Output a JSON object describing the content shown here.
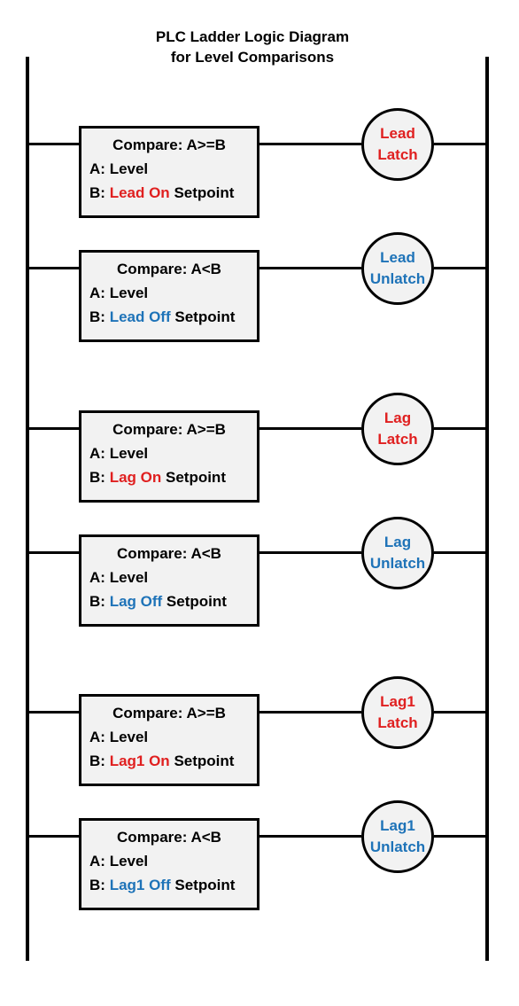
{
  "title": {
    "line1": "PLC Ladder Logic Diagram",
    "line2": "for Level Comparisons"
  },
  "colors": {
    "latch": "#e02020",
    "unlatch": "#1e73b8",
    "box_fill": "#f2f2f2"
  },
  "rungs": [
    {
      "compare": "Compare: A>=B",
      "a_prefix": "A:",
      "a_value": "Level",
      "b_prefix": "B:",
      "b_highlight": "Lead On",
      "b_suffix": "Setpoint",
      "coil_line1": "Lead",
      "coil_line2": "Latch",
      "kind": "latch"
    },
    {
      "compare": "Compare: A<B",
      "a_prefix": "A:",
      "a_value": "Level",
      "b_prefix": "B:",
      "b_highlight": "Lead Off",
      "b_suffix": "Setpoint",
      "coil_line1": "Lead",
      "coil_line2": "Unlatch",
      "kind": "unlatch"
    },
    {
      "compare": "Compare: A>=B",
      "a_prefix": "A:",
      "a_value": "Level",
      "b_prefix": "B:",
      "b_highlight": "Lag On",
      "b_suffix": "Setpoint",
      "coil_line1": "Lag",
      "coil_line2": "Latch",
      "kind": "latch"
    },
    {
      "compare": "Compare: A<B",
      "a_prefix": "A:",
      "a_value": "Level",
      "b_prefix": "B:",
      "b_highlight": "Lag Off",
      "b_suffix": "Setpoint",
      "coil_line1": "Lag",
      "coil_line2": "Unlatch",
      "kind": "unlatch"
    },
    {
      "compare": "Compare: A>=B",
      "a_prefix": "A:",
      "a_value": "Level",
      "b_prefix": "B:",
      "b_highlight": "Lag1 On",
      "b_suffix": "Setpoint",
      "coil_line1": "Lag1",
      "coil_line2": "Latch",
      "kind": "latch"
    },
    {
      "compare": "Compare: A<B",
      "a_prefix": "A:",
      "a_value": "Level",
      "b_prefix": "B:",
      "b_highlight": "Lag1 Off",
      "b_suffix": "Setpoint",
      "coil_line1": "Lag1",
      "coil_line2": "Unlatch",
      "kind": "unlatch"
    }
  ]
}
